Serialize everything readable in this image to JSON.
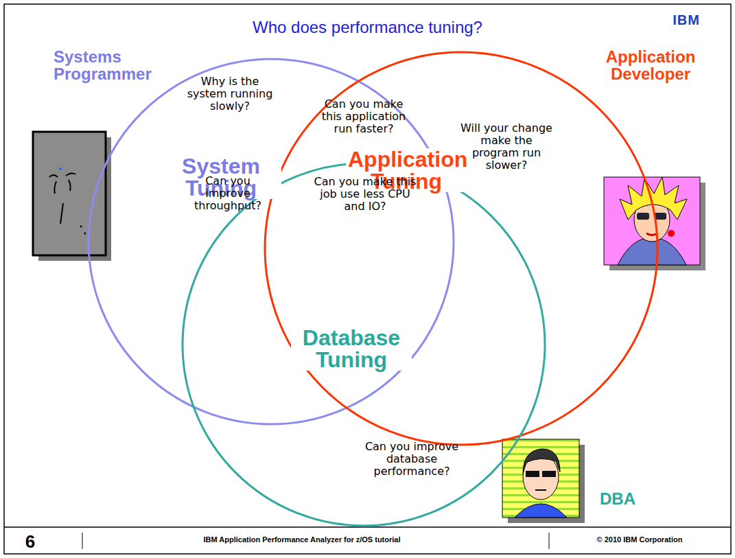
{
  "diagram": {
    "title": "Who does performance tuning?",
    "nodes": [
      {
        "text": [
          "System Tuning"
        ]
      },
      {
        "text": [
          "Application Tuning"
        ]
      },
      {
        "text": [
          "Database Tuning"
        ]
      }
    ],
    "labels": [
      "IBM",
      "Systems Programmer",
      "Why is the system running slowly?",
      "Application Developer",
      "Can you make this application run faster?",
      "Will your change make the program run slower?",
      "Can you make this job use less CPU and IO?",
      "Can you improve throughput?",
      "Can you improve database performance?",
      "DBA",
      "6",
      "IBM Application Performance Analyzer for z/OS tutorial",
      "© 2010 IBM Corporation"
    ]
  }
}
